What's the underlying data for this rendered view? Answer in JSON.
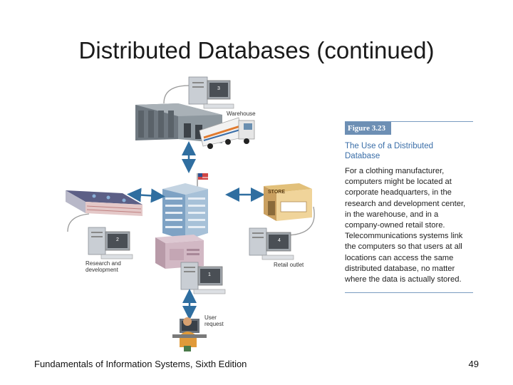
{
  "slide": {
    "title": "Distributed Databases (continued)",
    "footer": "Fundamentals of Information Systems, Sixth Edition",
    "page_number": "49"
  },
  "diagram": {
    "labels": {
      "warehouse": "Warehouse",
      "store_sign": "STORE",
      "research": [
        "Research and",
        "development"
      ],
      "retail": "Retail outlet",
      "user_request": [
        "User",
        "request"
      ]
    },
    "computer_numbers": [
      "3",
      "2",
      "4",
      "1"
    ],
    "colors": {
      "arrow": "#2f6ea0",
      "connector": "#9a9a9a",
      "accent": "#3a6ea8"
    }
  },
  "figure": {
    "tag": "Figure 3.23",
    "heading": "The Use of a Distributed Database",
    "caption": "For a clothing manufacturer, computers might be located at corporate headquarters, in the research and development center, in the warehouse, and in a company-owned retail store. Telecommunications systems link the computers so that users at all locations can access the same distributed database, no matter where the data is actually stored."
  }
}
